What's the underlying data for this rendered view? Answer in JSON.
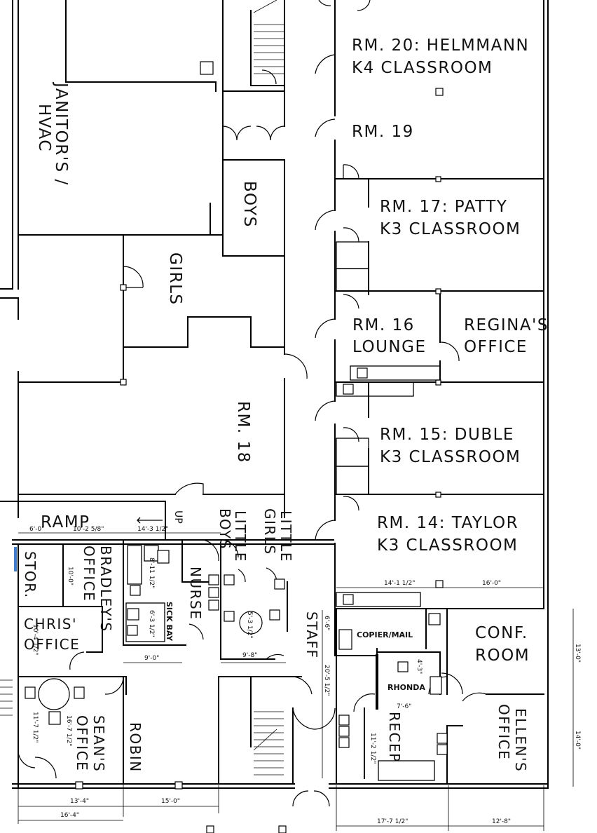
{
  "rooms": {
    "rm20_line1": "RM. 20: HELMMANN",
    "rm20_line2": "K4 CLASSROOM",
    "rm19": "RM. 19",
    "rm17_line1": "RM. 17: PATTY",
    "rm17_line2": "K3 CLASSROOM",
    "rm16_line1": "RM. 16",
    "rm16_line2": "LOUNGE",
    "regina_line1": "REGINA'S",
    "regina_line2": "OFFICE",
    "rm15_line1": "RM. 15: DUBLE",
    "rm15_line2": "K3 CLASSROOM",
    "rm14_line1": "RM. 14: TAYLOR",
    "rm14_line2": "K3 CLASSROOM",
    "janitor_line1": "JANITOR'S /",
    "janitor_line2": "HVAC",
    "boys": "BOYS",
    "girls": "GIRLS",
    "rm18": "RM. 18",
    "ramp": "RAMP",
    "up": "UP",
    "little_boys_line1": "LITTLE",
    "little_boys_line2": "BOYS",
    "little_girls_line1": "LITTLE",
    "little_girls_line2": "GIRLS",
    "stor": "STOR.",
    "bradley_line1": "BRADLEY'S",
    "bradley_line2": "OFFICE",
    "nurse": "NURSE",
    "sick_bay": "SICK BAY",
    "chris_line1": "CHRIS'",
    "chris_line2": "OFFICE",
    "staff": "STAFF",
    "copier": "COPIER/MAIL",
    "rhonda": "RHONDA",
    "recep": "RECEP",
    "conf_line1": "CONF.",
    "conf_line2": "ROOM",
    "ellen_line1": "ELLEN'S",
    "ellen_line2": "OFFICE",
    "sean_line1": "SEAN'S",
    "sean_line2": "OFFICE",
    "robin": "ROBIN"
  },
  "dimensions": {
    "d_6_0": "6'-0\"",
    "d_10_2_58": "10'-2 5/8\"",
    "d_14_3_12": "14'-3 1/2\"",
    "d_10_0": "10'-0\"",
    "d_8_11_12": "8'-11 1/2\"",
    "d_6_3_12": "6'-3 1/2\"",
    "d_5_3_12": "5'-3 1/2\"",
    "d_9_0": "9'-0\"",
    "d_9_8": "9'-8\"",
    "d_10_4_12": "10'-4 1/2\"",
    "d_11_7_12": "11'-7 1/2\"",
    "d_16_7_12": "16'-7 1/2\"",
    "d_13_4": "13'-4\"",
    "d_15_0": "15'-0\"",
    "d_16_4": "16'-4\"",
    "d_14_1_12": "14'-1 1/2\"",
    "d_16_0": "16'-0\"",
    "d_6_6": "6'-6\"",
    "d_20_5_12": "20'-5 1/2\"",
    "d_4_3": "4'-3\"",
    "d_7_6": "7'-6\"",
    "d_11_2_12": "11'-2 1/2\"",
    "d_13_0": "13'-0\"",
    "d_14_0": "14'-0\"",
    "d_17_7_12": "17'-7 1/2\"",
    "d_12_8": "12'-8\""
  }
}
